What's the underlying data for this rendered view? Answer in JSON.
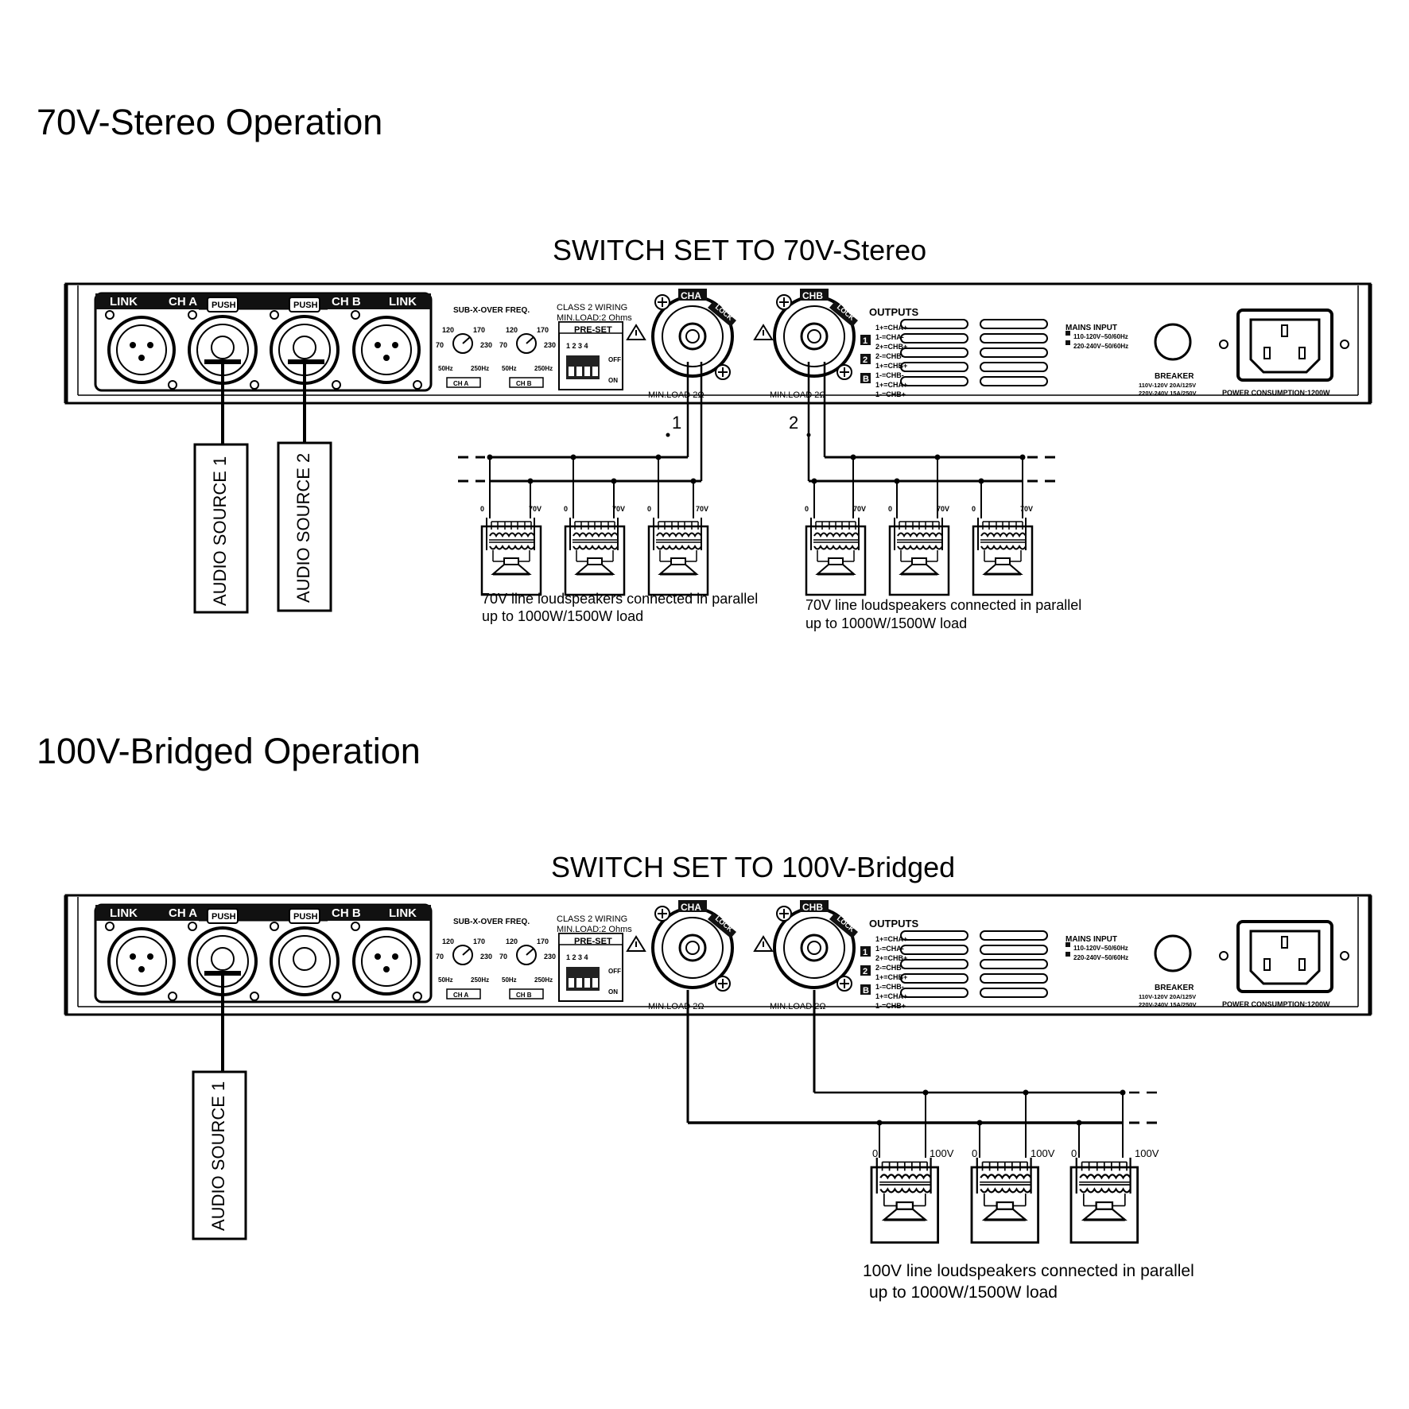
{
  "sections": [
    {
      "heading": "70V-Stereo  Operation",
      "switch_title": "SWITCH SET TO 70V-Stereo",
      "sources": [
        "AUDIO SOURCE 1",
        "AUDIO SOURCE 2"
      ],
      "output_markers": [
        "1",
        "2"
      ],
      "speaker_tap_labels": [
        "0",
        "70V"
      ],
      "captions": [
        {
          "line1": "70V line loudspeakers connected in parallel",
          "line2": "up to 1000W/1500W  load"
        },
        {
          "line1": "70V line loudspeakers connected in parallel",
          "line2": "up to 1000W/1500W  load"
        }
      ]
    },
    {
      "heading": "100V-Bridged  Operation",
      "switch_title": "SWITCH SET TO 100V-Bridged",
      "sources": [
        "AUDIO SOURCE 1"
      ],
      "speaker_tap_labels": [
        "0",
        "100V"
      ],
      "captions": [
        {
          "line1": "100V line loudspeakers connected in parallel",
          "line2": "up to 1000W/1500W  load"
        }
      ]
    }
  ],
  "panel": {
    "link": "LINK",
    "cha": "CH A",
    "chb": "CH B",
    "push": "PUSH",
    "subx": "SUB-X-OVER FREQ.",
    "dial_120": "120",
    "dial_170": "170",
    "dial_70": "70",
    "dial_230": "230",
    "dial_50hz": "50Hz",
    "dial_250hz": "250Hz",
    "dial_cha": "CH A",
    "dial_chb": "CH B",
    "class2": "CLASS 2 WIRING",
    "minload": "MIN.LOAD:2 Ohms",
    "preset": "PRE-SET",
    "preset_nums": "1 2 3 4",
    "off": "OFF",
    "on": "ON",
    "spk_cha": "CHA",
    "spk_chb": "CHB",
    "lock": "LOCK",
    "min_load_2": "MIN.LOAD 2Ω",
    "outputs": "OUTPUTS",
    "out_lines": [
      "1+=CHA+",
      "1-=CHA-",
      "2+=CHB+",
      "2-=CHB-",
      "1+=CHB+",
      "1-=CHB-",
      "1+=CHA+",
      "1-=CHB+"
    ],
    "out_badges": [
      "1",
      "2",
      "B"
    ],
    "mains": "MAINS INPUT",
    "mains_1": "110-120V~50/60Hz",
    "mains_2": "220-240V~50/60Hz",
    "breaker": "BREAKER",
    "breaker_1": "110V-120V 20A/125V",
    "breaker_2": "220V-240V 15A/250V",
    "power": "POWER CONSUMPTION:1200W"
  }
}
